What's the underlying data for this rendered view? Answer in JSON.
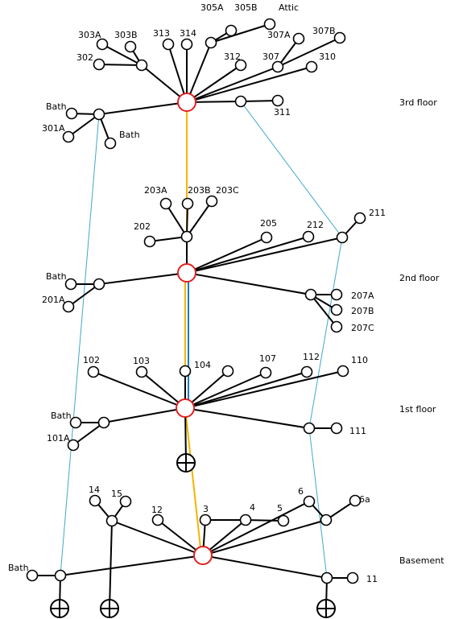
{
  "colors": {
    "line": "#000000",
    "hub": "#e02020",
    "riser_yellow": "#f4b400",
    "riser_blue": "#1f78c8",
    "link_cyan": "#3fa9c9"
  },
  "floors": [
    "3rd floor",
    "2nd floor",
    "1st floor",
    "Basement"
  ],
  "floor_labels": {
    "third": "3rd floor",
    "second": "2nd floor",
    "first": "1st floor",
    "basement": "Basement"
  },
  "labels": {
    "f3": [
      "305A",
      "305B",
      "Attic",
      "303A",
      "303B",
      "313",
      "314",
      "307A",
      "307B",
      "302",
      "312",
      "307",
      "310",
      "Bath",
      "311",
      "301A",
      "Bath"
    ],
    "f2": [
      "203A",
      "203B",
      "203C",
      "202",
      "205",
      "212",
      "211",
      "Bath",
      "201A",
      "207A",
      "207B",
      "207C"
    ],
    "f1": [
      "102",
      "103",
      "104",
      "107",
      "112",
      "110",
      "Bath",
      "101A",
      "111"
    ],
    "b": [
      "14",
      "15",
      "12",
      "3",
      "4",
      "5",
      "6",
      "6a",
      "Bath",
      "11"
    ]
  },
  "drain_symbol": "floor-drain-icon"
}
